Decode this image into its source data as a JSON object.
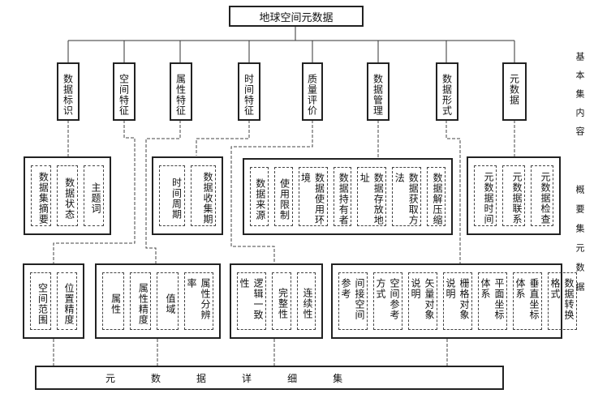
{
  "root": "地球空间元数据",
  "level1": [
    "数据标识",
    "空间特征",
    "属性特征",
    "时间特征",
    "质量评价",
    "数据管理",
    "数据形式",
    "元数据"
  ],
  "level2": [
    [
      "数据集摘要",
      "数据状态",
      "主题词"
    ],
    [
      "时间周期",
      "数据收集期"
    ],
    [
      "数据来源",
      "使用限制",
      "数据使用环境",
      "数据持有者",
      "数据存放地址",
      "数据获取方法",
      "数据解压缩"
    ],
    [
      "元数据时间",
      "元数据联系",
      "元数据检查"
    ]
  ],
  "level3": [
    [
      "空间范围",
      "位置精度"
    ],
    [
      "属性",
      "属性精度",
      "值域",
      "属性分辨率"
    ],
    [
      "逻辑一致性",
      "完整性",
      "连续性"
    ],
    [
      "间接空间参考",
      "空间参考方式",
      "矢量对象说明",
      "栅格对象说明",
      "平面坐标体系",
      "垂直坐标体系",
      "数据转换格式"
    ]
  ],
  "bottom": [
    "元",
    "数",
    "据",
    "详",
    "细",
    "集"
  ],
  "side_labels": {
    "basic": "基本集内容",
    "summary": "概要集元数据"
  }
}
